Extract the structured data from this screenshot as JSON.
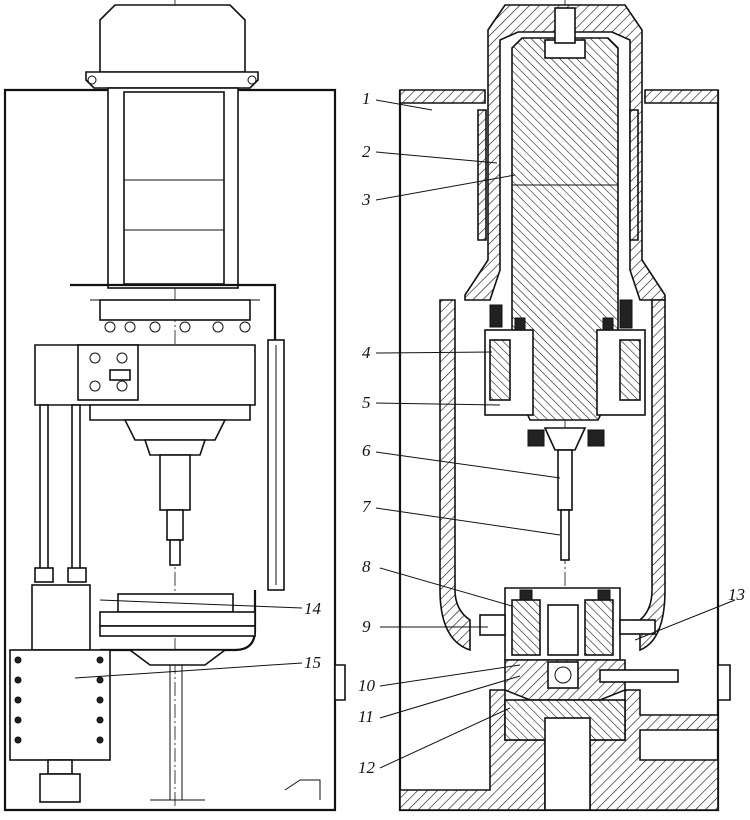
{
  "figure": {
    "callouts": [
      "1",
      "2",
      "3",
      "4",
      "5",
      "6",
      "7",
      "8",
      "9",
      "10",
      "11",
      "12",
      "13",
      "14",
      "15"
    ]
  }
}
